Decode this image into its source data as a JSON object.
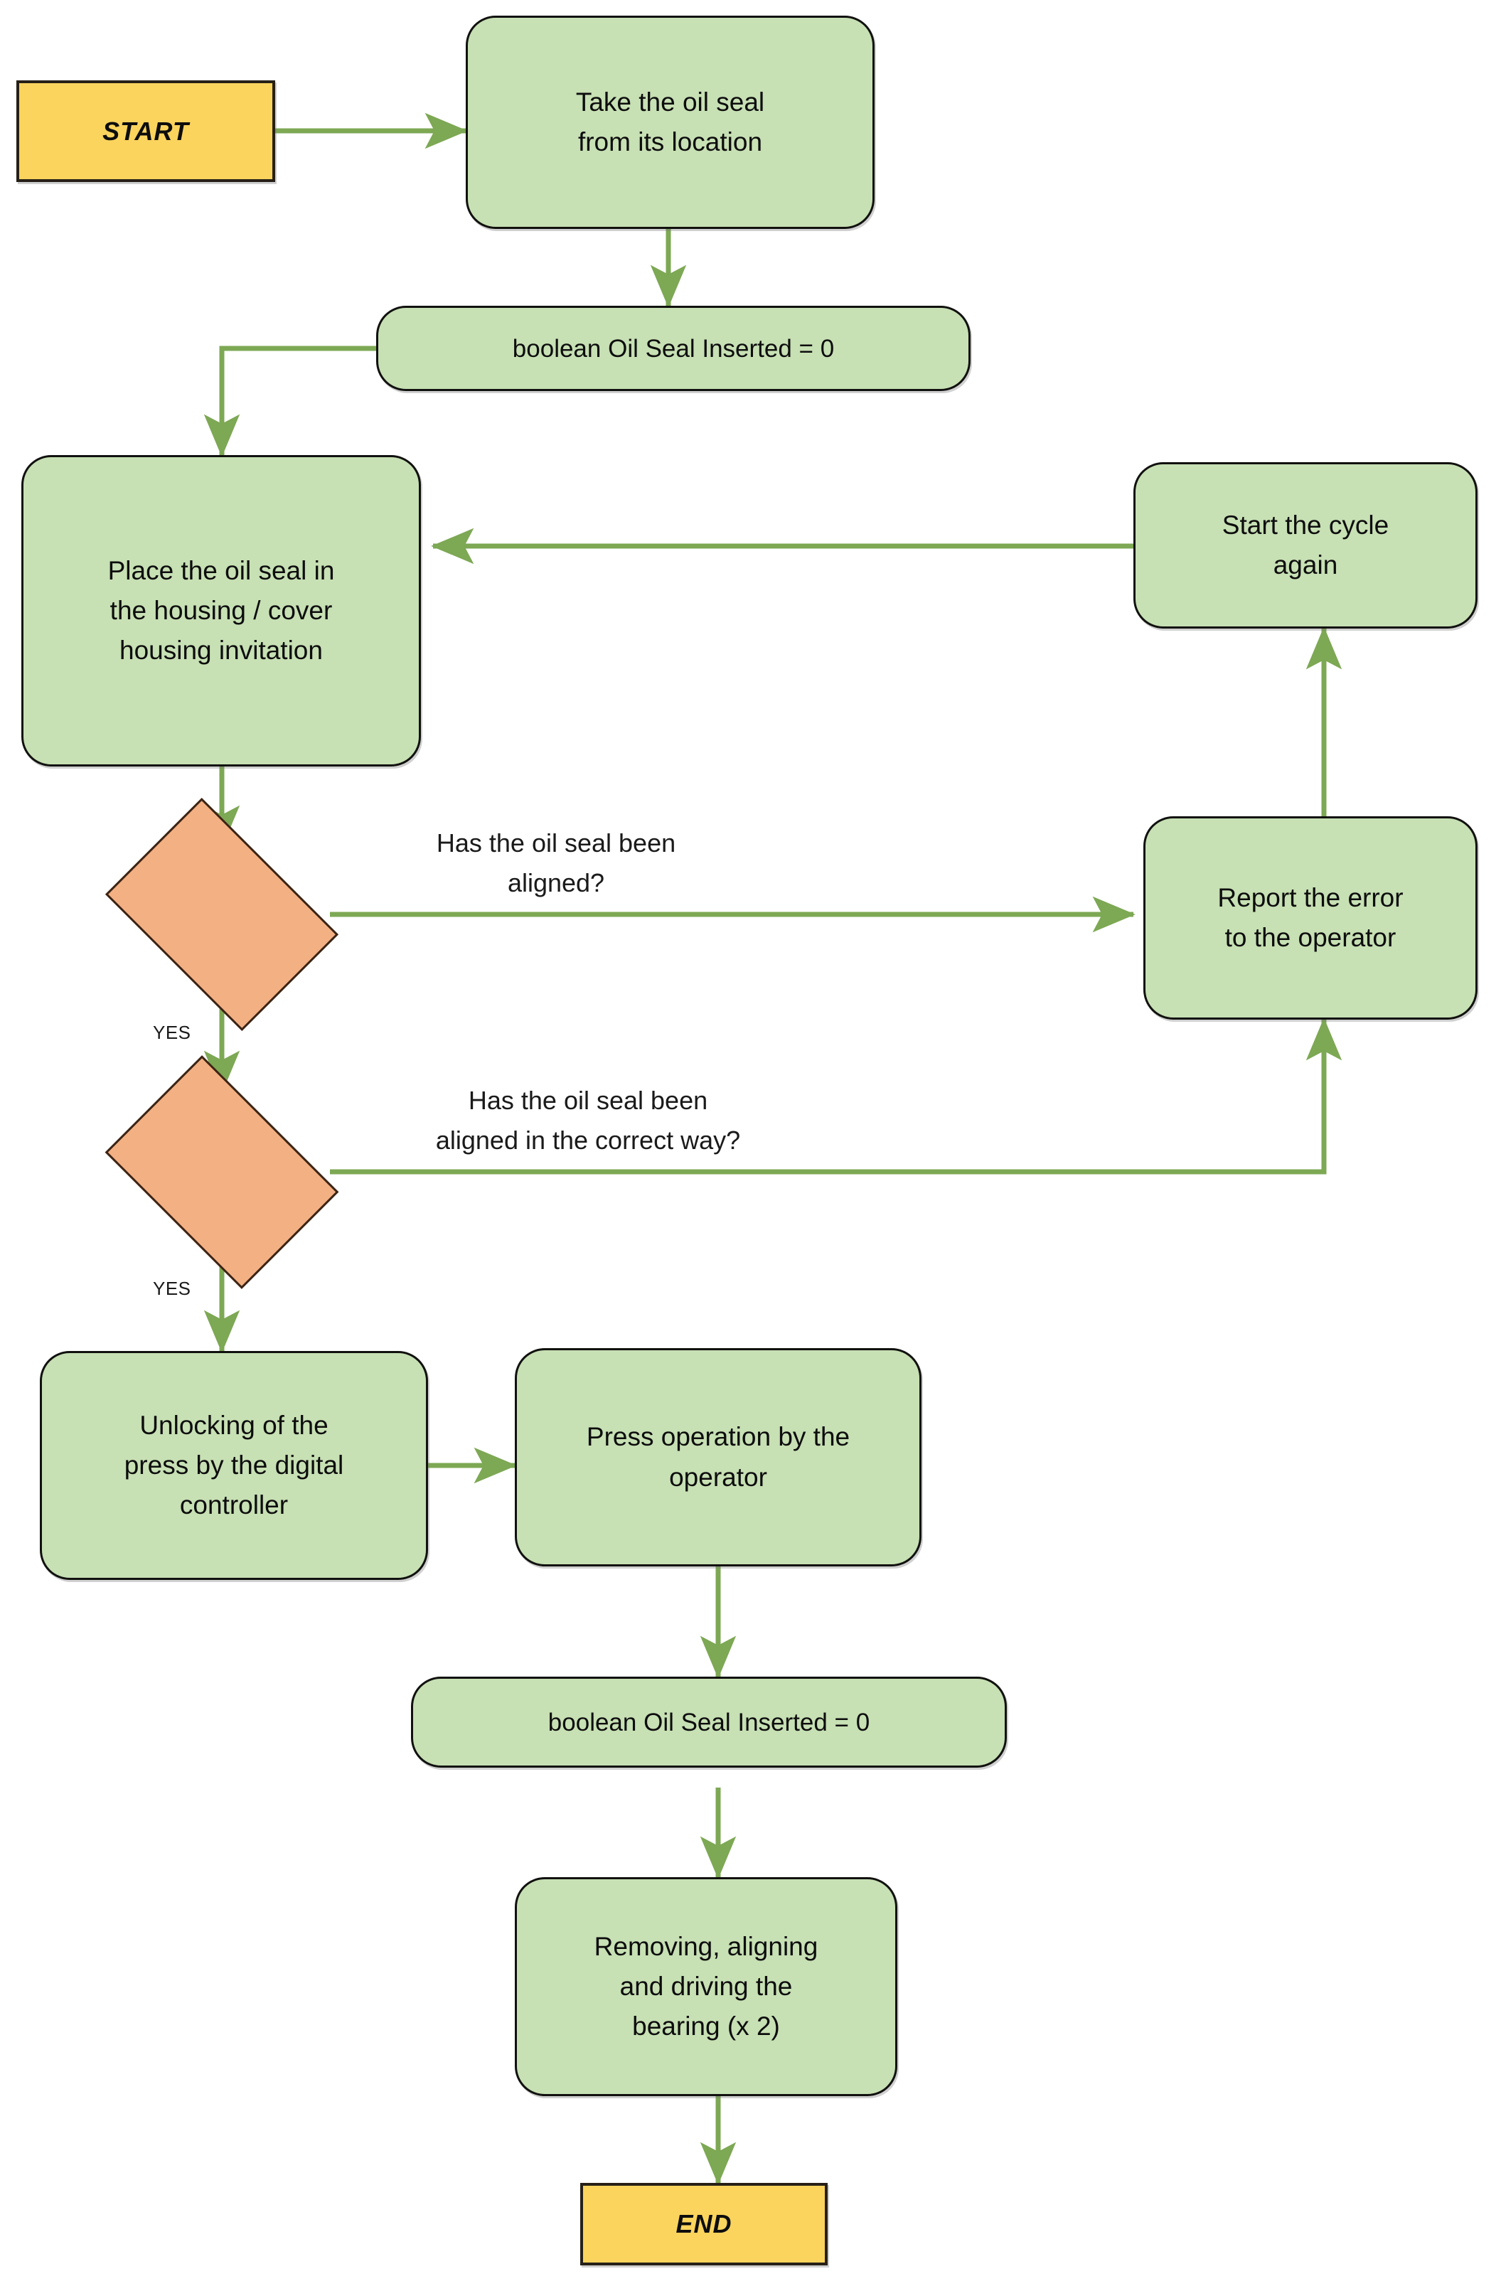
{
  "diagram": {
    "title": "Oil seal insertion process flowchart",
    "background_color": "#ffffff",
    "palette": {
      "process_fill": "#c7e0b4",
      "process_stroke": "#11110f",
      "terminator_fill": "#fbd45d",
      "terminator_stroke": "#262017",
      "decision_fill": "#f3b083",
      "decision_stroke": "#3b2415",
      "connector": "#7da854",
      "text": "#1a1a1a"
    }
  },
  "nodes": {
    "start": {
      "label": "START",
      "type": "terminator"
    },
    "take_oil_seal": {
      "label": "Take the oil seal\nfrom its location",
      "type": "process"
    },
    "boolean_top": {
      "label": "boolean Oil Seal Inserted  = 0",
      "type": "process"
    },
    "place_oil_seal": {
      "label": "Place the oil seal in\nthe housing / cover\nhousing invitation",
      "type": "process"
    },
    "decision_aligned": {
      "label": "",
      "type": "decision"
    },
    "decision_correct_way": {
      "label": "",
      "type": "decision"
    },
    "start_cycle_again": {
      "label": "Start the cycle\nagain",
      "type": "process"
    },
    "report_error": {
      "label": "Report the error\nto the operator",
      "type": "process"
    },
    "unlocking_press": {
      "label": "Unlocking of the\npress by the digital\ncontroller",
      "type": "process"
    },
    "press_operation": {
      "label": "Press operation by the\noperator",
      "type": "process"
    },
    "boolean_bottom": {
      "label": "boolean Oil Seal Inserted  = 0",
      "type": "process"
    },
    "removing_bearing": {
      "label": "Removing, aligning\nand driving the\nbearing (x 2)",
      "type": "process"
    },
    "end": {
      "label": "END",
      "type": "terminator"
    }
  },
  "annotations": {
    "question_aligned": "Has the oil seal been\naligned?",
    "question_correct_way": "Has the oil seal been\naligned in the correct way?",
    "yes_1": "YES",
    "yes_2": "YES"
  },
  "flow_edges": [
    {
      "from": "start",
      "to": "take_oil_seal",
      "label": ""
    },
    {
      "from": "take_oil_seal",
      "to": "boolean_top",
      "label": ""
    },
    {
      "from": "boolean_top",
      "to": "place_oil_seal",
      "label": ""
    },
    {
      "from": "place_oil_seal",
      "to": "decision_aligned",
      "label": ""
    },
    {
      "from": "decision_aligned",
      "to": "report_error",
      "label": ""
    },
    {
      "from": "decision_aligned",
      "to": "decision_correct_way",
      "label": "YES"
    },
    {
      "from": "decision_correct_way",
      "to": "report_error",
      "label": ""
    },
    {
      "from": "decision_correct_way",
      "to": "unlocking_press",
      "label": "YES"
    },
    {
      "from": "report_error",
      "to": "start_cycle_again",
      "label": ""
    },
    {
      "from": "start_cycle_again",
      "to": "place_oil_seal",
      "label": ""
    },
    {
      "from": "unlocking_press",
      "to": "press_operation",
      "label": ""
    },
    {
      "from": "press_operation",
      "to": "boolean_bottom",
      "label": ""
    },
    {
      "from": "boolean_bottom",
      "to": "removing_bearing",
      "label": ""
    },
    {
      "from": "removing_bearing",
      "to": "end",
      "label": ""
    }
  ]
}
